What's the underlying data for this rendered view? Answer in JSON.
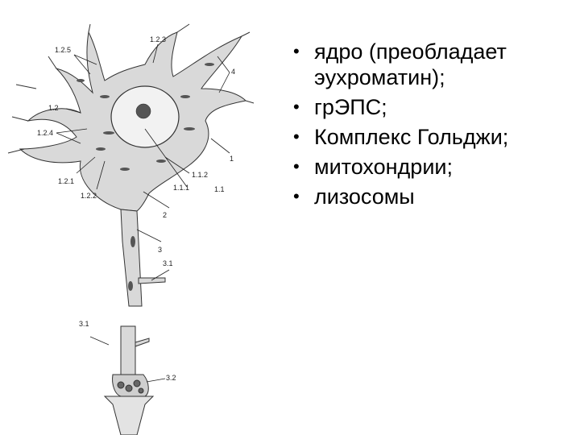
{
  "figure": {
    "labels": {
      "l125": "1.2.5",
      "l123": "1.2.3",
      "l4": "4",
      "l12": "1.2",
      "l124": "1.2.4",
      "l1": "1",
      "l112": "1.1.2",
      "l121": "1.2.1",
      "l122": "1.2.2",
      "l111": "1.1.1",
      "l11": "1.1",
      "l2": "2",
      "l3": "3",
      "l31a": "3.1",
      "l31b": "3.1",
      "l32": "3.2"
    }
  },
  "bullets": [
    "ядро (преобладает эухроматин);",
    "грЭПС;",
    "Комплекс Гольджи;",
    "митохондрии;",
    "лизосомы"
  ],
  "bullet_glyph": "•"
}
